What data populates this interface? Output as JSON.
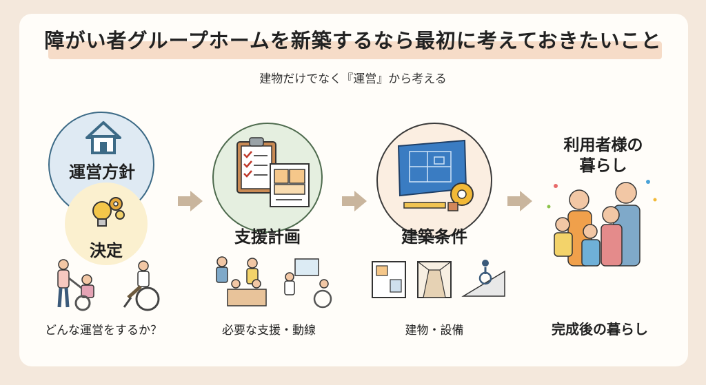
{
  "header": {
    "title": "障がい者グループホームを新築するなら最初に考えておきたいこと",
    "subtitle": "建物だけでなく『運営』から考える"
  },
  "steps": [
    {
      "label": "運営方針",
      "sub_label": "決定",
      "caption": "どんな運営をするか？"
    },
    {
      "label": "支援計画",
      "caption": "必要な支援・動線"
    },
    {
      "label": "建築条件",
      "caption": "建物・設備"
    },
    {
      "label": "利用者様の\n暮らし",
      "caption": "完成後の暮らし"
    }
  ],
  "colors": {
    "band": "#f6dcc8",
    "blue_circle": "#dfeaf3",
    "yellow_circle": "#fbf0cf",
    "green_circle": "#e5efe0",
    "peach_circle": "#fbeee1",
    "arrow": "#c9b59d"
  },
  "icons": [
    "house-icon",
    "gears-bulb-icon",
    "clipboard-icon",
    "floorplan-icon",
    "blueprint-icon",
    "tape-measure-icon",
    "family-illustration",
    "caregiver-illustration",
    "wheelchair-illustration",
    "group-activity-illustration",
    "room-plan-icon",
    "corridor-icon",
    "ramp-icon"
  ]
}
